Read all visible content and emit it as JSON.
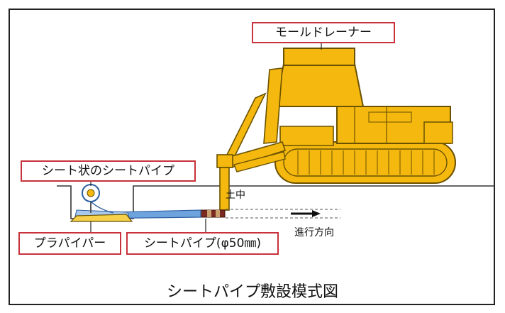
{
  "labels": {
    "mole_drainer": "モールドレーナー",
    "sheet_form_pipe": "シート状のシートパイプ",
    "plapiper": "プラパイパー",
    "sheet_pipe": "シートパイプ(φ50㎜)",
    "underground": "土中",
    "direction": "進行方向"
  },
  "caption": "シートパイプ敷設模式図",
  "colors": {
    "machine_yellow": "#f5b80e",
    "machine_outline": "#6a5200",
    "pipe_blue": "#6fa3de",
    "label_border": "#c8323c"
  }
}
